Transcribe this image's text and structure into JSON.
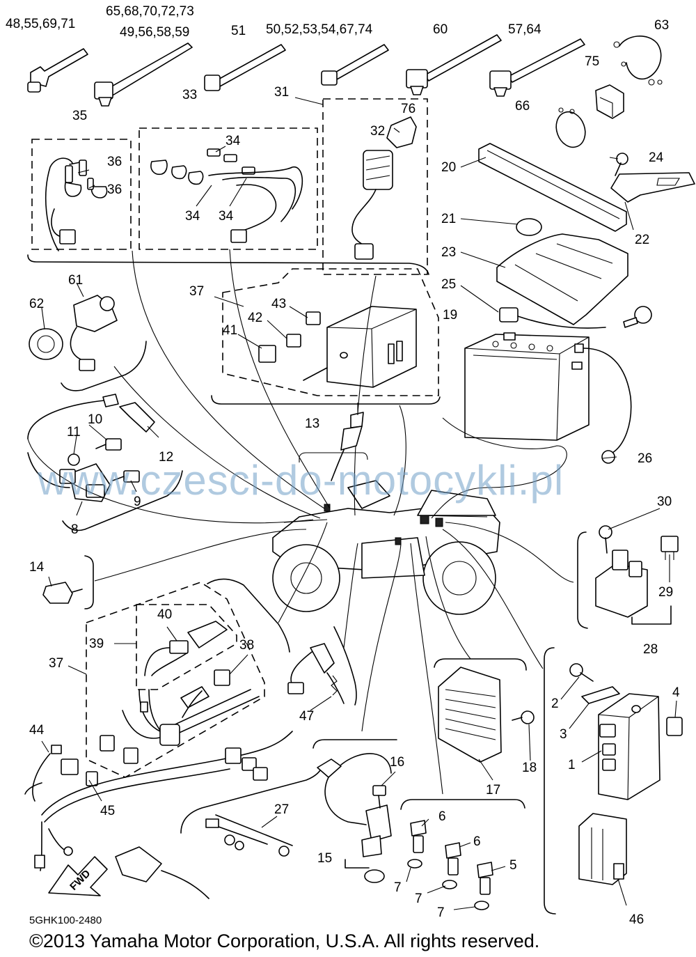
{
  "labels": {
    "c1": "48,55,69,71",
    "c2": "65,68,70,72,73",
    "c3": "49,56,58,59",
    "c4": "51",
    "c5": "50,52,53,54,67,74",
    "c6": "60",
    "c7": "57,64",
    "p63": "63",
    "p75": "75",
    "p66": "66",
    "p24": "24",
    "p20": "20",
    "p21": "21",
    "p22": "22",
    "p23": "23",
    "p25": "25",
    "p19": "19",
    "p26": "26",
    "p35": "35",
    "p36a": "36",
    "p36b": "36",
    "p33": "33",
    "p34a": "34",
    "p34b": "34",
    "p34c": "34",
    "p31": "31",
    "p32": "32",
    "p76": "76",
    "p61": "61",
    "p62": "62",
    "p37a": "37",
    "p43": "43",
    "p42": "42",
    "p41": "41",
    "p13": "13",
    "p10": "10",
    "p11": "11",
    "p12": "12",
    "p9": "9",
    "p8": "8",
    "p30": "30",
    "p29": "29",
    "p28": "28",
    "p14": "14",
    "p40": "40",
    "p39": "39",
    "p38": "38",
    "p37b": "37",
    "p47": "47",
    "p2": "2",
    "p3": "3",
    "p4": "4",
    "p1": "1",
    "p18": "18",
    "p17": "17",
    "p16": "16",
    "p44": "44",
    "p45": "45",
    "p27": "27",
    "p15": "15",
    "p6a": "6",
    "p6b": "6",
    "p5": "5",
    "p7a": "7",
    "p7b": "7",
    "p7c": "7",
    "p46": "46"
  },
  "watermark": "www.czesci-do-motocykli.pl",
  "diagram_code": "5GHK100-2480",
  "copyright": "©2013 Yamaha Motor Corporation, U.S.A. All rights reserved.",
  "fwd_label": "FWD"
}
